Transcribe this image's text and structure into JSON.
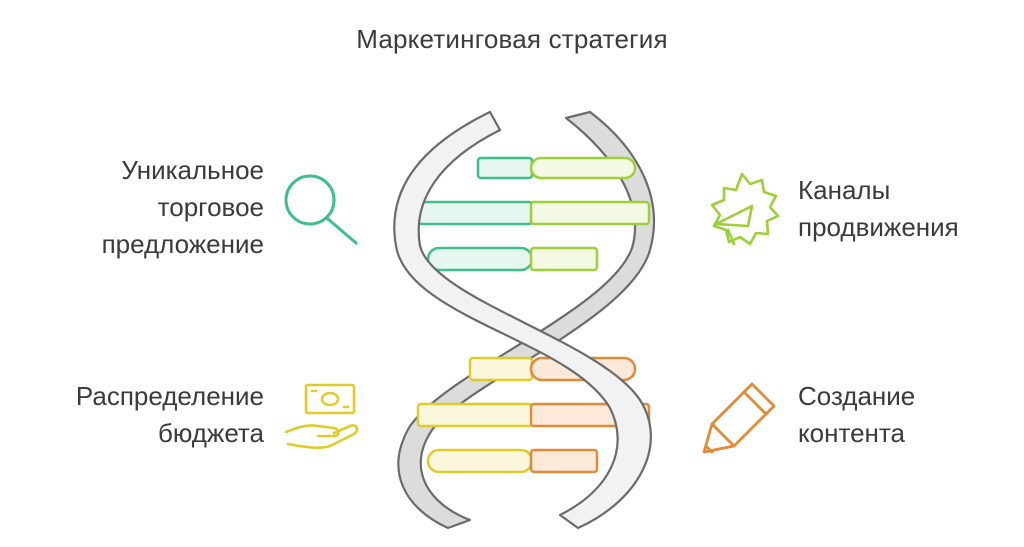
{
  "title": "Маркетинговая стратегия",
  "items": [
    {
      "name": "usp",
      "lines": [
        "Уникальное",
        "торговое",
        "предложение"
      ],
      "icon": "magnifier-icon",
      "color": "#3cbf8a"
    },
    {
      "name": "channels",
      "lines": [
        "Каналы",
        "продвижения"
      ],
      "icon": "megaphone-icon",
      "color": "#9ccf3a"
    },
    {
      "name": "budget",
      "lines": [
        "Распределение",
        "бюджета"
      ],
      "icon": "money-hand-icon",
      "color": "#e0cb2a"
    },
    {
      "name": "content",
      "lines": [
        "Создание",
        "контента"
      ],
      "icon": "pen-icon",
      "color": "#e08a3a"
    }
  ],
  "colors": {
    "strand_fill": "#ececec",
    "strand_stroke": "#6b6b6b",
    "green": "#3cbf8a",
    "lime": "#9ccf3a",
    "yellow": "#e0cb2a",
    "orange": "#e08a3a"
  }
}
